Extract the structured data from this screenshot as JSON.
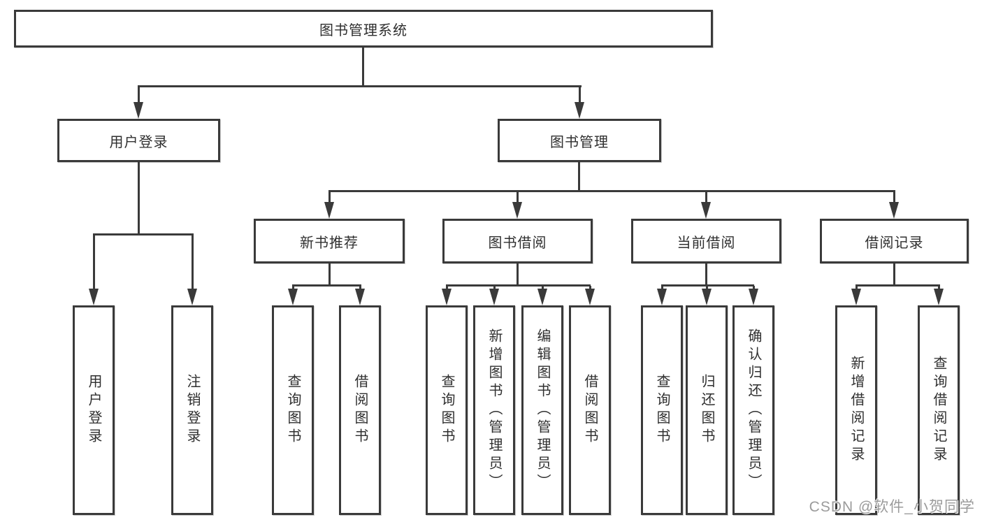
{
  "diagram": {
    "root": {
      "label": "图书管理系统"
    },
    "level2": {
      "user_login": {
        "label": "用户登录"
      },
      "book_mgmt": {
        "label": "图书管理"
      }
    },
    "level3": {
      "new_rec": {
        "label": "新书推荐"
      },
      "borrow": {
        "label": "图书借阅"
      },
      "current": {
        "label": "当前借阅"
      },
      "records": {
        "label": "借阅记录"
      }
    },
    "leaves": {
      "a1": {
        "label": "用户登录"
      },
      "a2": {
        "label": "注销登录"
      },
      "b1": {
        "label": "查询图书"
      },
      "b2": {
        "label": "借阅图书"
      },
      "c1": {
        "label": "查询图书"
      },
      "c2": {
        "label": "新增图书（管理员）"
      },
      "c3": {
        "label": "编辑图书（管理员）"
      },
      "c4": {
        "label": "借阅图书"
      },
      "d1": {
        "label": "查询图书"
      },
      "d2": {
        "label": "归还图书"
      },
      "d3": {
        "label": "确认归还（管理员）"
      },
      "e1": {
        "label": "新增借阅记录"
      },
      "e2": {
        "label": "查询借阅记录"
      }
    }
  },
  "watermark": {
    "text": "CSDN @软件_小贺同学"
  },
  "colors": {
    "line": "#3a3a3a",
    "text": "#2f2f2f",
    "watermark": "#9b9b9b",
    "background": "#ffffff"
  }
}
